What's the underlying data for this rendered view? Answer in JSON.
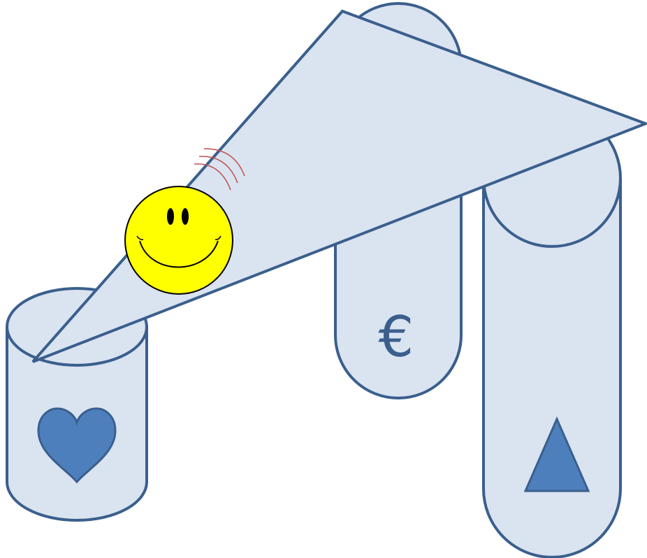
{
  "diagram": {
    "colors": {
      "fill": "#dae3f0",
      "stroke": "#3a5f8d",
      "icon_fill": "#4e7fbd",
      "smiley_fill": "#ffff00",
      "smiley_stroke": "#000000",
      "motion_lines": "#c0504d"
    },
    "shapes": [
      {
        "name": "left-cylinder",
        "icon": "heart-icon"
      },
      {
        "name": "middle-capsule",
        "icon": "euro-icon"
      },
      {
        "name": "right-capsule",
        "icon": "triangle-icon"
      },
      {
        "name": "tilted-plank"
      },
      {
        "name": "rolling-smiley"
      }
    ],
    "euro_label": "€"
  }
}
